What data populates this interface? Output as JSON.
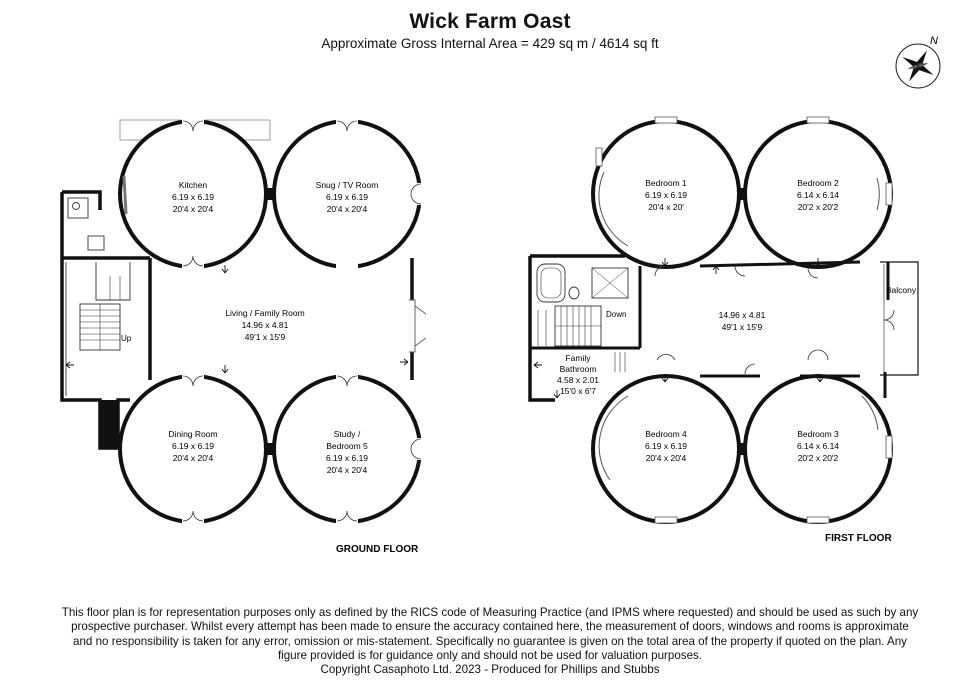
{
  "header": {
    "title": "Wick Farm Oast",
    "subtitle": "Approximate Gross Internal Area = 429 sq m / 4614 sq ft"
  },
  "compass": {
    "north_label": "N"
  },
  "ground_floor": {
    "label": "GROUND FLOOR",
    "up_label": "Up",
    "rooms": {
      "kitchen": {
        "name": "Kitchen",
        "metric": "6.19 x 6.19",
        "imperial": "20'4 x 20'4"
      },
      "snug": {
        "name": "Snug / TV Room",
        "metric": "6.19 x 6.19",
        "imperial": "20'4 x 20'4"
      },
      "living": {
        "name": "Living / Family Room",
        "metric": "14.96 x 4.81",
        "imperial": "49'1 x 15'9"
      },
      "dining": {
        "name": "Dining Room",
        "metric": "6.19 x 6.19",
        "imperial": "20'4 x 20'4"
      },
      "study": {
        "name": "Study /",
        "name2": "Bedroom 5",
        "metric": "6.19 x 6.19",
        "imperial": "20'4 x 20'4"
      }
    }
  },
  "first_floor": {
    "label": "FIRST FLOOR",
    "down_label": "Down",
    "balcony_label": "Balcony",
    "rooms": {
      "bedroom1": {
        "name": "Bedroom 1",
        "metric": "6.19 x 6.19",
        "imperial": "20'4 x 20'"
      },
      "bedroom2": {
        "name": "Bedroom 2",
        "metric": "6.14 x 6.14",
        "imperial": "20'2 x 20'2"
      },
      "landing": {
        "metric": "14.96 x 4.81",
        "imperial": "49'1 x 15'9"
      },
      "bathroom": {
        "name": "Family",
        "name2": "Bathroom",
        "metric": "4.58 x 2.01",
        "imperial": "15'0 x 6'7"
      },
      "bedroom4": {
        "name": "Bedroom 4",
        "metric": "6.19 x 6.19",
        "imperial": "20'4 x 20'4"
      },
      "bedroom3": {
        "name": "Bedroom 3",
        "metric": "6.14 x 6.14",
        "imperial": "20'2 x 20'2"
      }
    }
  },
  "footer": {
    "disclaimer": "This floor plan is for representation purposes only as defined by the RICS code of Measuring Practice (and IPMS where requested) and should be used as such by any prospective purchaser. Whilst every attempt has been made to ensure the accuracy contained here, the measurement of doors, windows and rooms is approximate and no responsibility is taken for any error, omission or mis-statement. Specifically no guarantee is given on the total area of the property if quoted on the plan. Any figure provided is for guidance only and should not be used for valuation purposes.",
    "copyright": "Copyright Casaphoto Ltd. 2023 - Produced for Phillips and Stubbs"
  },
  "colors": {
    "wall": "#111111",
    "background": "#ffffff",
    "fixture_line": "#333333"
  }
}
